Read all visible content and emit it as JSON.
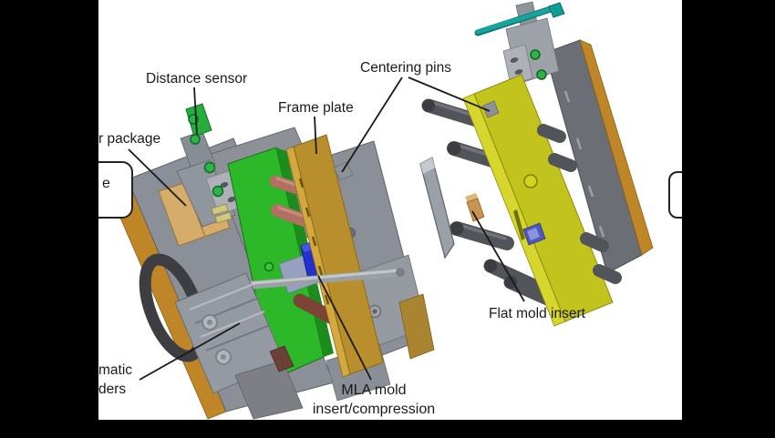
{
  "canvas": {
    "background": "#000000",
    "slide_background": "#ffffff"
  },
  "labels": {
    "distance_sensor": "Distance sensor",
    "frame_plate": "Frame plate",
    "centering_pins": "Centering pins",
    "sensor_package_partial": "r package",
    "pneumatic_partial_line1": "matic",
    "pneumatic_partial_line2": "ders",
    "left_callout_partial": "e",
    "flat_mold_insert": "Flat mold insert",
    "mla_mold_line1": "MLA mold",
    "mla_mold_line2": "insert/compression"
  },
  "colors": {
    "text": "#1a1a1a",
    "leader_line": "#1a1a1a",
    "plate_edge_orange": "#bf8628",
    "frame_plate_gold": "#b98f2e",
    "frame_plate_gold_light": "#d3a83c",
    "mla_plate_green": "#2db829",
    "mla_plate_green_dark": "#1d8c1c",
    "sensor_green": "#27ae3a",
    "bolt_green": "#2cb446",
    "sensor_package_tan": "#d6ac6a",
    "mold_insert_tan": "#c89350",
    "ejector_blue": "#2331cd",
    "clip_blue": "#4d58c0",
    "guide_lavender": "#9aa2cc",
    "pin_salmon": "#b27062",
    "pin_dark_brown": "#7c4337",
    "stripper_plate_yellow": "#c3c31d",
    "stripper_plate_yellow_light": "#d6d62e",
    "centering_pin_gray": "#515459",
    "screw_teal": "#18a39d",
    "body_gray": "#8b8f97",
    "body_gray_light": "#aeb2b8",
    "body_gray_dark": "#6b6e74",
    "rod_gray": "#9aa0a4"
  }
}
